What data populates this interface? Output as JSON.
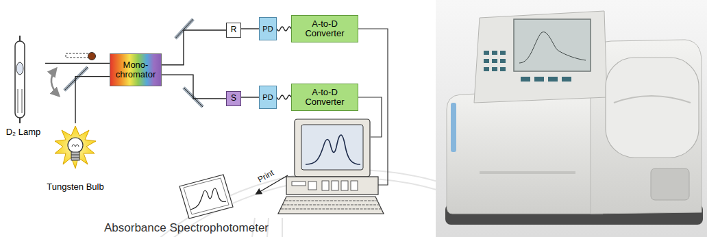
{
  "diagram": {
    "caption": "Absorbance Spectrophotometer",
    "nodes": [
      {
        "text": [
          "D₂ Lamp"
        ]
      },
      {
        "text": [
          "Tungsten Bulb"
        ]
      },
      {
        "text": [
          "Mono- chromator"
        ]
      },
      {
        "text": [
          "R"
        ]
      },
      {
        "text": [
          "S"
        ]
      },
      {
        "text": [
          "PD"
        ]
      },
      {
        "text": [
          "PD"
        ]
      },
      {
        "text": [
          "A-to-D Converter"
        ]
      },
      {
        "text": [
          "A-to-D Converter"
        ]
      }
    ],
    "edges": [
      {
        "from": 0,
        "to": 2,
        "arrow": "none"
      },
      {
        "from": 1,
        "to": 2,
        "arrow": "none"
      },
      {
        "from": 2,
        "to": 3,
        "arrow": "none"
      },
      {
        "from": 2,
        "to": 4,
        "arrow": "none"
      },
      {
        "from": 3,
        "to": 5,
        "arrow": "none"
      },
      {
        "from": 4,
        "to": 6,
        "arrow": "none"
      },
      {
        "from": 5,
        "to": 7,
        "arrow": "none"
      },
      {
        "from": 6,
        "to": 8,
        "arrow": "none"
      }
    ],
    "labels": [
      "Print"
    ]
  }
}
